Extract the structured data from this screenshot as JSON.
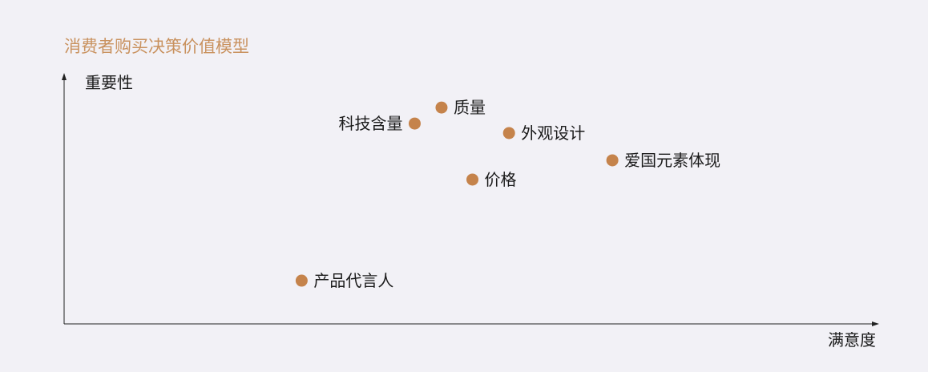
{
  "chart_data": {
    "type": "scatter",
    "title": "消费者购买决策价值模型",
    "xlabel": "满意度",
    "ylabel": "重要性",
    "xlim": [
      0,
      100
    ],
    "ylim": [
      0,
      100
    ],
    "grid": false,
    "point_color": "#c5834b",
    "title_color": "#c9925f",
    "points": [
      {
        "label": "质量",
        "x": 46.4,
        "y": 86.5,
        "label_side": "right"
      },
      {
        "label": "科技含量",
        "x": 43.1,
        "y": 80.1,
        "label_side": "left"
      },
      {
        "label": "外观设计",
        "x": 54.7,
        "y": 76.3,
        "label_side": "right"
      },
      {
        "label": "爱国元素体现",
        "x": 67.4,
        "y": 65.4,
        "label_side": "right"
      },
      {
        "label": "价格",
        "x": 50.2,
        "y": 57.7,
        "label_side": "right"
      },
      {
        "label": "产品代言人",
        "x": 29.2,
        "y": 17.3,
        "label_side": "right"
      }
    ]
  }
}
